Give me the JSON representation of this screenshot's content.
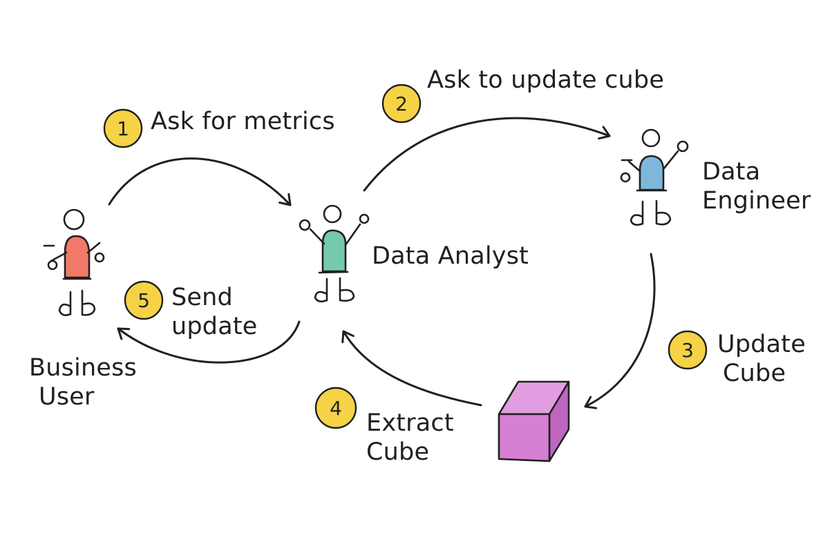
{
  "actors": {
    "business_user": {
      "line1": "Business",
      "line2": "User",
      "color": "#F07A67"
    },
    "data_analyst": {
      "label": "Data Analyst",
      "color": "#74C9AE"
    },
    "data_engineer": {
      "line1": "Data",
      "line2": "Engineer",
      "color": "#7DB8DB"
    }
  },
  "steps": [
    {
      "number": "1",
      "label": "Ask for metrics"
    },
    {
      "number": "2",
      "label": "Ask to update cube"
    },
    {
      "number": "3",
      "line1": "Update",
      "line2": "Cube"
    },
    {
      "number": "4",
      "line1": "Extract",
      "line2": "Cube"
    },
    {
      "number": "5",
      "line1": "Send",
      "line2": "update"
    }
  ],
  "colors": {
    "badge": "#F6D346",
    "ink": "#202020",
    "cube_front": "#D580D3",
    "cube_top": "#E29EE0",
    "cube_side": "#BF67BE"
  }
}
